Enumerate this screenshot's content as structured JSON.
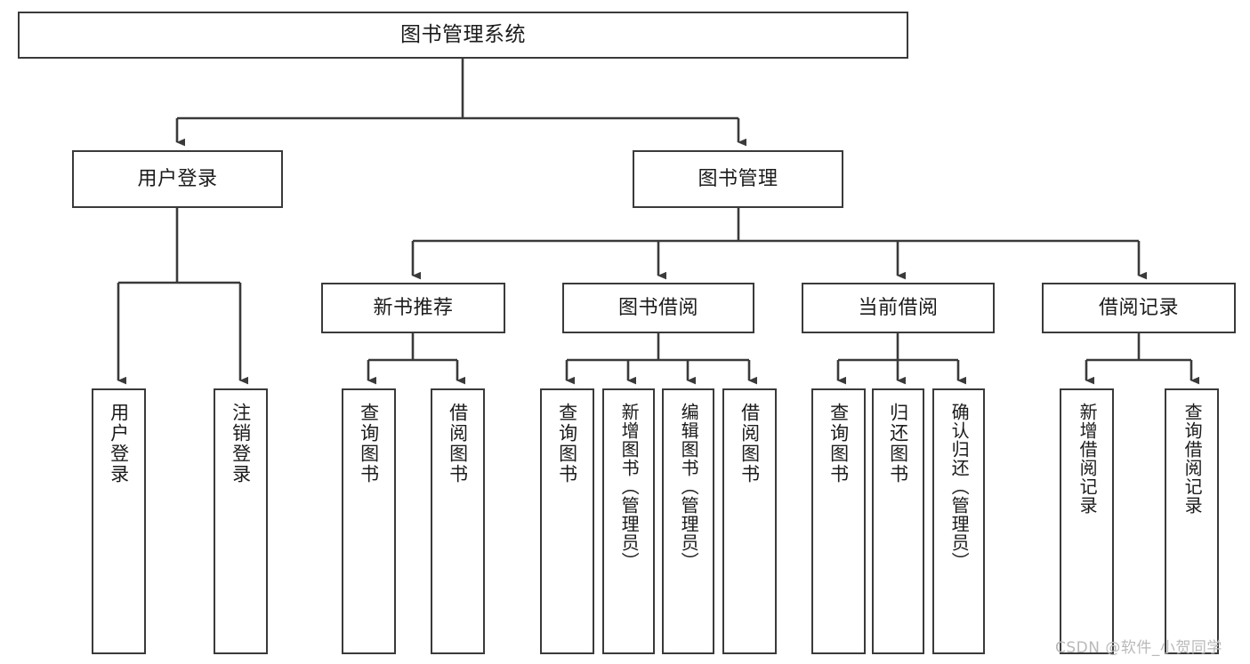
{
  "diagram": {
    "title": "图书管理系统",
    "type": "hierarchy-tree",
    "watermark": "CSDN @软件_小贺同学",
    "colors": {
      "box_border": "#3a3a3a",
      "box_fill": "#ffffff",
      "edge": "#3a3a3a",
      "text": "#1b1b1b",
      "watermark": "#b9b9b9"
    },
    "levels": {
      "level1": [
        {
          "id": "root",
          "label": "图书管理系统"
        }
      ],
      "level2": [
        {
          "id": "user-login",
          "label": "用户登录"
        },
        {
          "id": "book-management",
          "label": "图书管理"
        }
      ],
      "level3": [
        {
          "id": "new-book-recommend",
          "label": "新书推荐"
        },
        {
          "id": "book-borrow",
          "label": "图书借阅"
        },
        {
          "id": "current-borrow",
          "label": "当前借阅"
        },
        {
          "id": "borrow-record",
          "label": "借阅记录"
        }
      ],
      "leaves": {
        "user_login": [
          {
            "id": "leaf-user-login",
            "label": "用户登录"
          },
          {
            "id": "leaf-logout-login",
            "label": "注销登录"
          }
        ],
        "new_book_recommend": [
          {
            "id": "leaf-query-book-1",
            "label": "查询图书"
          },
          {
            "id": "leaf-borrow-book-1",
            "label": "借阅图书"
          }
        ],
        "book_borrow": [
          {
            "id": "leaf-query-book-2",
            "label": "查询图书"
          },
          {
            "id": "leaf-add-book-admin",
            "label": "新增图书（管理员）"
          },
          {
            "id": "leaf-edit-book-admin",
            "label": "编辑图书（管理员）"
          },
          {
            "id": "leaf-borrow-book-2",
            "label": "借阅图书"
          }
        ],
        "current_borrow": [
          {
            "id": "leaf-query-book-3",
            "label": "查询图书"
          },
          {
            "id": "leaf-return-book",
            "label": "归还图书"
          },
          {
            "id": "leaf-confirm-return-admin",
            "label": "确认归还（管理员）"
          }
        ],
        "borrow_record": [
          {
            "id": "leaf-add-borrow-record",
            "label": "新增借阅记录"
          },
          {
            "id": "leaf-query-borrow-record",
            "label": "查询借阅记录"
          }
        ]
      }
    }
  }
}
